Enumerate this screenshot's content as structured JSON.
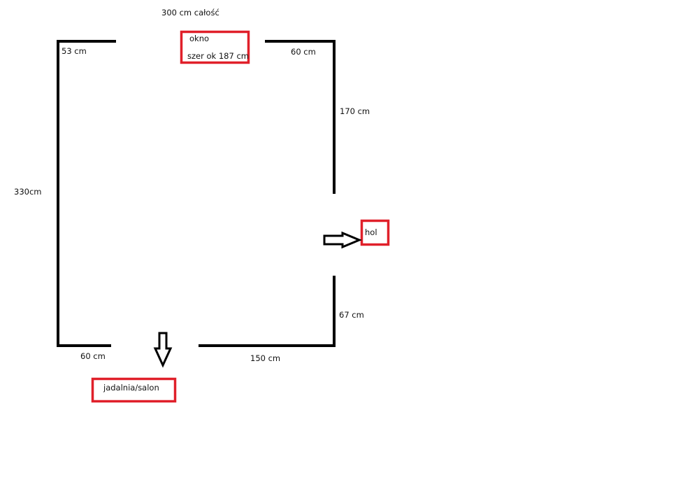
{
  "title": "300 cm całość",
  "colors": {
    "wall": "#000000",
    "label_box": "#e0202a",
    "text": "#111111"
  },
  "dimensions": {
    "top_left": "53 cm",
    "top_right": "60 cm",
    "right_upper": "170 cm",
    "left": "330cm",
    "right_lower": "67 cm",
    "bottom_left": "60 cm",
    "bottom_right": "150 cm"
  },
  "labels": {
    "window_title": "okno",
    "window_width": "szer ok 187 cm",
    "hall": "hol",
    "dining_living": "jadalnia/salon"
  }
}
